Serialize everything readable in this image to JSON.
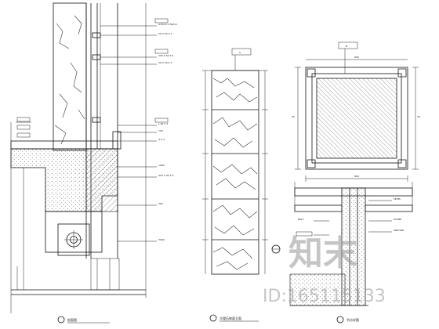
{
  "wall_section": {
    "labels": [
      "4.8mm X 50mm",
      "50 X 50 X 3",
      "200 X 50 X 4",
      "50 X 50 X 3",
      "L 45 X 4",
      "100",
      "4 X 4",
      "1000",
      "4X3 X 40 X 4",
      "200",
      "3000"
    ],
    "caption": "剖面图"
  },
  "stone_elevation": {
    "tag": "A",
    "caption": "大理石饰面立面"
  },
  "column_plan": {
    "labels": [
      "800",
      "650",
      "25",
      "25"
    ],
    "tag": "B"
  },
  "detail": {
    "labels": [
      "LEVEL",
      "STONE",
      "ANCHOR",
      "BOLT"
    ],
    "caption": "节点详图"
  },
  "watermark": {
    "logo_text": "知末",
    "id_text": "ID:165115133"
  },
  "colors": {
    "line": "#111111",
    "background": "#ffffff",
    "watermark": "#969696"
  }
}
